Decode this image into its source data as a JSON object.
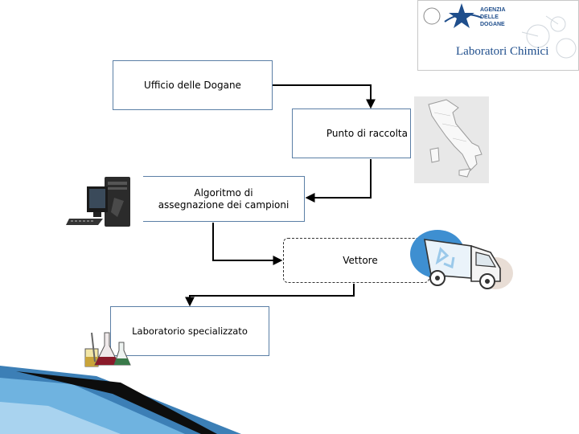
{
  "logo": {
    "agency_text": [
      "AGENZIA",
      "DELLE",
      "DOGANE"
    ],
    "subtitle": "Laboratori Chimici"
  },
  "nodes": {
    "ufficio": "Ufficio delle Dogane",
    "punto": "Punto di raccolta",
    "algoritmo_line1": "Algoritmo di",
    "algoritmo_line2": "assegnazione dei campioni",
    "vettore": "Vettore",
    "laboratorio": "Laboratorio specializzato"
  },
  "icons": {
    "map": "italy-map-icon",
    "computer": "desktop-computer-icon",
    "truck": "recycling-truck-icon",
    "lab": "lab-glassware-icon"
  },
  "colors": {
    "box_border": "#5b7fa6",
    "arrow": "#000000",
    "logo_blue": "#1f4e8c"
  }
}
